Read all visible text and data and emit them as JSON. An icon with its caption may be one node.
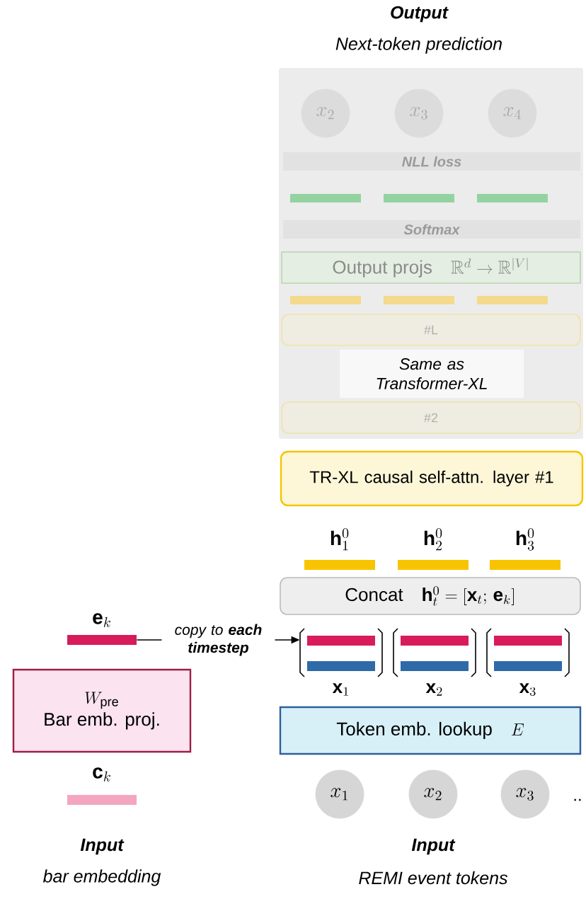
{
  "diagram": {
    "nodes": [
      {
        "text": [],
        "shape": "box"
      },
      {
        "text": [
          "x_2"
        ],
        "in": 0
      },
      {
        "text": [
          "x_3"
        ],
        "in": 0
      },
      {
        "text": [
          "x_4"
        ],
        "in": 0
      },
      {
        "text": [
          "NLL loss"
        ],
        "in": 0
      },
      {
        "text": [],
        "shape": "bar",
        "in": 0
      },
      {
        "text": [],
        "shape": "bar",
        "in": 0
      },
      {
        "text": [],
        "shape": "bar",
        "in": 0
      },
      {
        "text": [
          "Softmax"
        ],
        "in": 0
      },
      {
        "text": [
          "Output projs",
          "\\mathbb{R}^d \\to \\mathbb{R}^{|V|}"
        ],
        "in": 0
      },
      {
        "text": [],
        "shape": "bar",
        "in": 0
      },
      {
        "text": [],
        "shape": "bar",
        "in": 0
      },
      {
        "text": [],
        "shape": "bar",
        "in": 0
      },
      {
        "text": [
          "#L"
        ],
        "in": 0
      },
      {
        "text": [
          "#2"
        ],
        "in": 0
      },
      {
        "text": [
          "Same as Transformer-XL"
        ],
        "in": 0
      },
      {
        "text": [
          "TR-XL causal self-attn. layer #1"
        ]
      },
      {
        "text": [
          "\\mathbf{h}^0_1"
        ]
      },
      {
        "text": [
          "\\mathbf{h}^0_2"
        ]
      },
      {
        "text": [
          "\\mathbf{h}^0_3"
        ]
      },
      {
        "text": [
          "Concat",
          "\\mathbf{h}^0_t = [\\mathbf{x}_t;\\, \\mathbf{e}_k]"
        ]
      },
      {
        "text": [
          "\\mathbf{e}_k"
        ]
      },
      {
        "text": [
          "\\mathbf{x}_1"
        ]
      },
      {
        "text": [
          "\\mathbf{x}_2"
        ]
      },
      {
        "text": [
          "\\mathbf{x}_3"
        ]
      },
      {
        "text": [
          "W_{\\mathrm{pre}}",
          "Bar emb. proj."
        ]
      },
      {
        "text": [
          "Token emb. lookup",
          "E"
        ]
      },
      {
        "text": [
          "\\mathbf{c}_k"
        ]
      },
      {
        "text": [
          "x_1"
        ]
      },
      {
        "text": [
          "x_2"
        ]
      },
      {
        "text": [
          "x_3"
        ]
      }
    ],
    "edges": [
      {
        "from": 21,
        "to": 22,
        "arrow": "to",
        "label": "copy to **each timestep**"
      }
    ],
    "labels": [
      "Output",
      "Next-token prediction",
      "Input",
      "bar embedding",
      "Input",
      "REMI event tokens",
      ".."
    ]
  }
}
